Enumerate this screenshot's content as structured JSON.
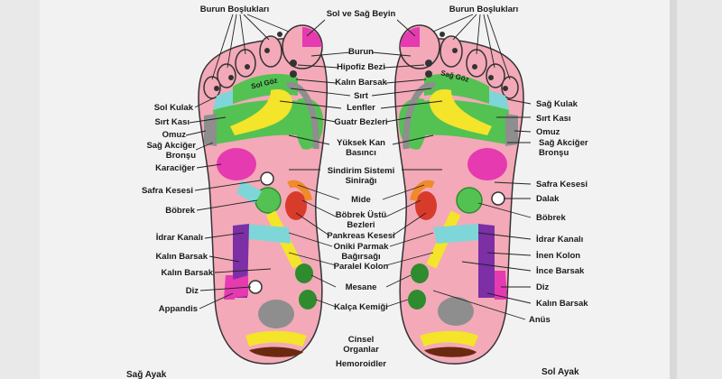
{
  "labels_center": [
    "Burun Boşlukları",
    "Sol ve Sağ Beyin",
    "Burun",
    "Hipofiz Bezi",
    "Kalın Barsak",
    "Sırt",
    "Lenfler",
    "Guatr Bezleri",
    "Yüksek Kan Basıncı",
    "Sindirim Sistemi Sinirağı",
    "Mide",
    "Böbrek Üstü Bezleri",
    "Pankreas Kesesi",
    "Oniki Parmak Bağırsağı",
    "Paralel Kolon",
    "Mesane",
    "Kalça Kemiği",
    "Cinsel Organlar",
    "Hemoroidler",
    "Burun Boşlukları"
  ],
  "labels_left": [
    "Sol Kulak",
    "Sırt Kası",
    "Omuz",
    "Sağ Akciğer Bronşu",
    "Karaciğer",
    "Safra Kesesi",
    "Böbrek",
    "İdrar Kanalı",
    "Kalın Barsak",
    "Kalın Barsak",
    "Diz",
    "Appandis"
  ],
  "labels_right": [
    "Sağ Kulak",
    "Sırt Kası",
    "Omuz",
    "Sağ Akciğer Bronşu",
    "Safra Kesesi",
    "Dalak",
    "Böbrek",
    "İdrar Kanalı",
    "İnen Kolon",
    "İnce Barsak",
    "Diz",
    "Kalın Barsak",
    "Anüs"
  ],
  "inner_labels": {
    "left_eye": "Sol Göz",
    "right_eye": "Sağ Göz"
  },
  "foot_titles": {
    "left": "Sağ Ayak",
    "right": "Sol Ayak"
  },
  "colors": {
    "skin": "#f3a9b8",
    "green": "#53c253",
    "dark_green": "#2e8b2e",
    "yellow": "#f4e42a",
    "purple": "#7d2fa6",
    "magenta": "#e63ab0",
    "cyan": "#7ed6d8",
    "gray": "#8e8e8e",
    "orange": "#f08a2a",
    "red": "#d93b2b"
  }
}
